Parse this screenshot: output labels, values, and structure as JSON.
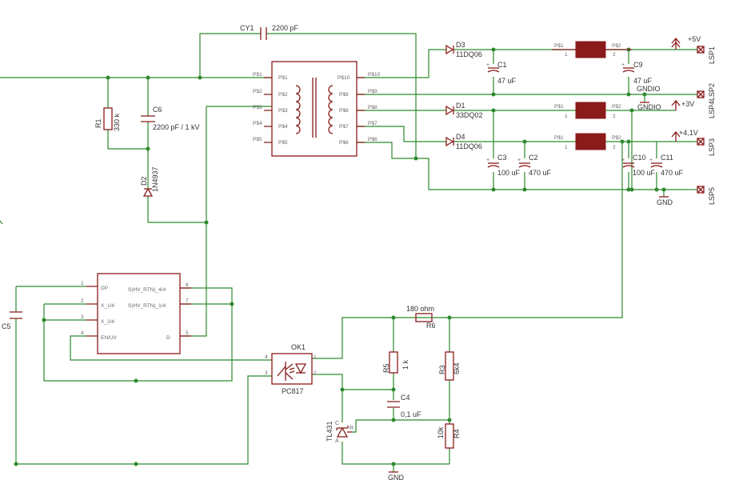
{
  "components": {
    "cy1": {
      "ref": "CY1",
      "value": "2200 pF"
    },
    "r1": {
      "ref": "R1",
      "value": "330 k"
    },
    "c6": {
      "ref": "C6",
      "value": "2200 pF / 1 kV"
    },
    "d2": {
      "ref": "D2",
      "value": "1N4937"
    },
    "c5": {
      "ref": "C5"
    },
    "d3": {
      "ref": "D3",
      "value": "11DQ06"
    },
    "d1": {
      "ref": "D1",
      "value": "33DQ02"
    },
    "d4": {
      "ref": "D4",
      "value": "11DQ06"
    },
    "c1": {
      "ref": "C1",
      "value": "47 uF"
    },
    "c9": {
      "ref": "C9",
      "value": "47 uF"
    },
    "c3": {
      "ref": "C3",
      "value": "100 uF"
    },
    "c2": {
      "ref": "C2",
      "value": "470 uF"
    },
    "c10": {
      "ref": "C10",
      "value": "100 uF"
    },
    "c11": {
      "ref": "C11",
      "value": "470 uF"
    },
    "ok1": {
      "ref": "OK1",
      "value": "PC817"
    },
    "r6": {
      "ref": "R6",
      "value": "180 ohm"
    },
    "r5": {
      "ref": "R5",
      "value": "1 k"
    },
    "r3": {
      "ref": "R3",
      "value": "6k4"
    },
    "c4": {
      "ref": "C4",
      "value": "0,1 uF"
    },
    "r4": {
      "ref": "R4",
      "value": "10k"
    },
    "tl": {
      "value": "TL431"
    }
  },
  "transformer": {
    "left_pins": [
      "P$1",
      "P$2",
      "P$3",
      "P$4",
      "P$5"
    ],
    "left_inner": [
      "P$1",
      "P$2",
      "P$3",
      "P$4",
      "P$5"
    ],
    "right_pins": [
      "P$10",
      "P$9",
      "P$8",
      "P$7",
      "P$6"
    ],
    "right_inner": [
      "P$10",
      "P$9",
      "P$8",
      "P$7",
      "P$6"
    ]
  },
  "ic": {
    "pin_numbers": [
      "1",
      "2",
      "3",
      "4",
      "8",
      "7",
      "5"
    ],
    "left_labels": [
      "DP",
      "X_1/4",
      "X_2/4",
      "EN/UV"
    ],
    "right_labels": [
      "S(HV_RTN)_4/4",
      "S(HV_RTN)_1/4",
      "D"
    ]
  },
  "inductor_pins": {
    "in": "P$1",
    "out": "P$2",
    "n1": "1",
    "n2": "2"
  },
  "nets": {
    "plus5": "+5V",
    "plus3": "+3V",
    "plus41": "+4,1V",
    "gndio1": "GNDIO",
    "gndio2": "GNDIO",
    "gnd1": "GND",
    "gnd2": "GND"
  },
  "connectors": {
    "lsp1": "LSP1",
    "lsp2": "LSP4LSP2",
    "lsp3": "LSP3",
    "lsp5": "LSP5"
  },
  "ok1_pins": [
    "4",
    "3",
    "1",
    "2"
  ],
  "tl_pins": [
    "A",
    "R",
    "C"
  ],
  "colors": {
    "wire": "#2d8a2d",
    "part": "#8b1a1a",
    "text": "#333333"
  }
}
